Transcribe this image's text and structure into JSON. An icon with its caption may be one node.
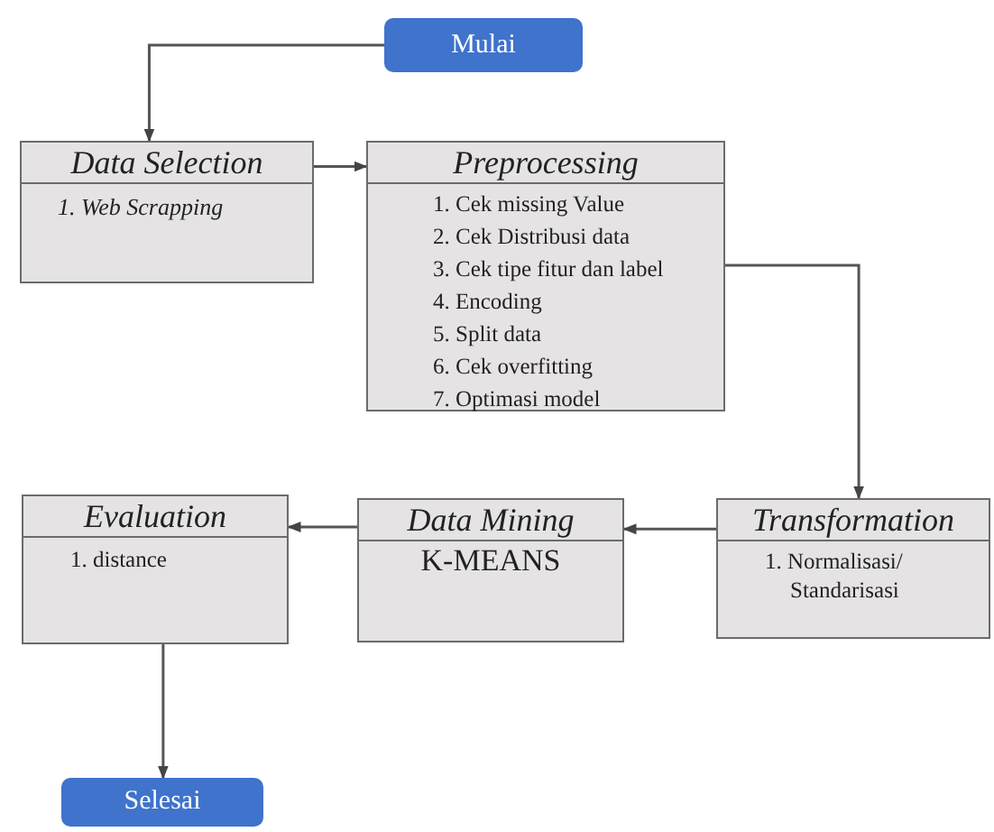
{
  "diagram": {
    "nodes": [
      {
        "text": [
          "Mulai"
        ]
      },
      {
        "text": [
          "Data Selection",
          "1. Web Scrapping"
        ]
      },
      {
        "text": [
          "Preprocessing",
          "1. Cek missing Value",
          "2. Cek Distribusi data",
          "3. Cek tipe fitur dan label",
          "4. Encoding",
          "5. Split data",
          "6. Cek overfitting",
          "7. Optimasi model"
        ]
      },
      {
        "text": [
          "Evaluation",
          "1. distance"
        ]
      },
      {
        "text": [
          "Data Mining",
          "K-MEANS"
        ]
      },
      {
        "text": [
          "Transformation",
          "1. Normalisasi/ Standarisasi"
        ]
      },
      {
        "text": [
          "Selesai"
        ]
      }
    ],
    "edges": [
      {
        "from": 0,
        "to": 1,
        "arrow": "to"
      },
      {
        "from": 1,
        "to": 2,
        "arrow": "to"
      },
      {
        "from": 2,
        "to": 5,
        "arrow": "to"
      },
      {
        "from": 5,
        "to": 4,
        "arrow": "to"
      },
      {
        "from": 4,
        "to": 3,
        "arrow": "to"
      },
      {
        "from": 3,
        "to": 6,
        "arrow": "to"
      }
    ]
  }
}
